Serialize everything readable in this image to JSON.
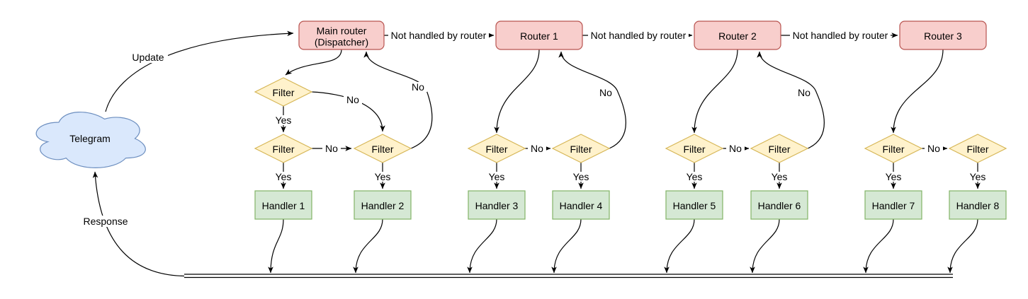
{
  "diagram_type": "flowchart",
  "cloud": {
    "label": "Telegram"
  },
  "labels": {
    "update": "Update",
    "response": "Response",
    "not_handled": "Not handled by router",
    "yes": "Yes",
    "no": "No"
  },
  "routers": [
    {
      "line1": "Main router",
      "line2": "(Dispatcher)"
    },
    {
      "line1": "Router 1"
    },
    {
      "line1": "Router 2"
    },
    {
      "line1": "Router 3"
    }
  ],
  "filters": [
    {
      "label": "Filter"
    },
    {
      "label": "Filter"
    },
    {
      "label": "Filter"
    },
    {
      "label": "Filter"
    },
    {
      "label": "Filter"
    },
    {
      "label": "Filter"
    },
    {
      "label": "Filter"
    },
    {
      "label": "Filter"
    },
    {
      "label": "Filter"
    }
  ],
  "handlers": [
    {
      "label": "Handler 1"
    },
    {
      "label": "Handler 2"
    },
    {
      "label": "Handler 3"
    },
    {
      "label": "Handler 4"
    },
    {
      "label": "Handler 5"
    },
    {
      "label": "Handler 6"
    },
    {
      "label": "Handler 7"
    },
    {
      "label": "Handler 8"
    }
  ],
  "colors": {
    "router_fill": "#f8cecc",
    "router_stroke": "#b85450",
    "filter_fill": "#fff2cc",
    "filter_stroke": "#d6b656",
    "handler_fill": "#d5e8d4",
    "handler_stroke": "#82b366",
    "cloud_fill": "#dae8fc",
    "cloud_stroke": "#6c8ebf",
    "edge_color": "#000000",
    "background": "#ffffff"
  }
}
